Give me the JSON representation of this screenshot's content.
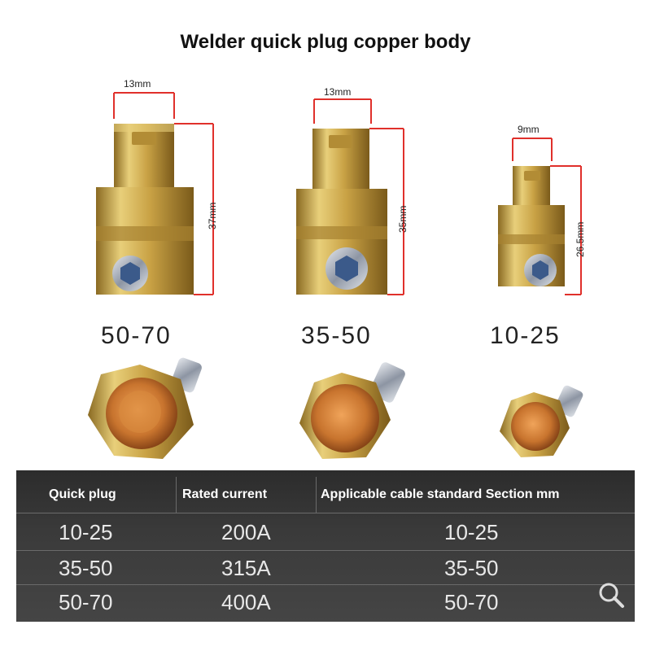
{
  "title": "Welder quick plug copper body",
  "plugs": [
    {
      "model": "50-70",
      "width": "13mm",
      "height": "37mm"
    },
    {
      "model": "35-50",
      "width": "13mm",
      "height": "35mm"
    },
    {
      "model": "10-25",
      "width": "9mm",
      "height": "26.5mm"
    }
  ],
  "table": {
    "headers": [
      "Quick plug",
      "Rated current",
      "Applicable cable standard Section mm"
    ],
    "rows": [
      [
        "10-25",
        "200A",
        "10-25"
      ],
      [
        "35-50",
        "315A",
        "35-50"
      ],
      [
        "50-70",
        "400A",
        "50-70"
      ]
    ]
  },
  "icons": [
    "search-icon"
  ],
  "colors": {
    "brass": "#c9a245",
    "copper": "#c8742e",
    "dimension_line": "#e0302b",
    "table_bg": "#3a3a3a"
  }
}
